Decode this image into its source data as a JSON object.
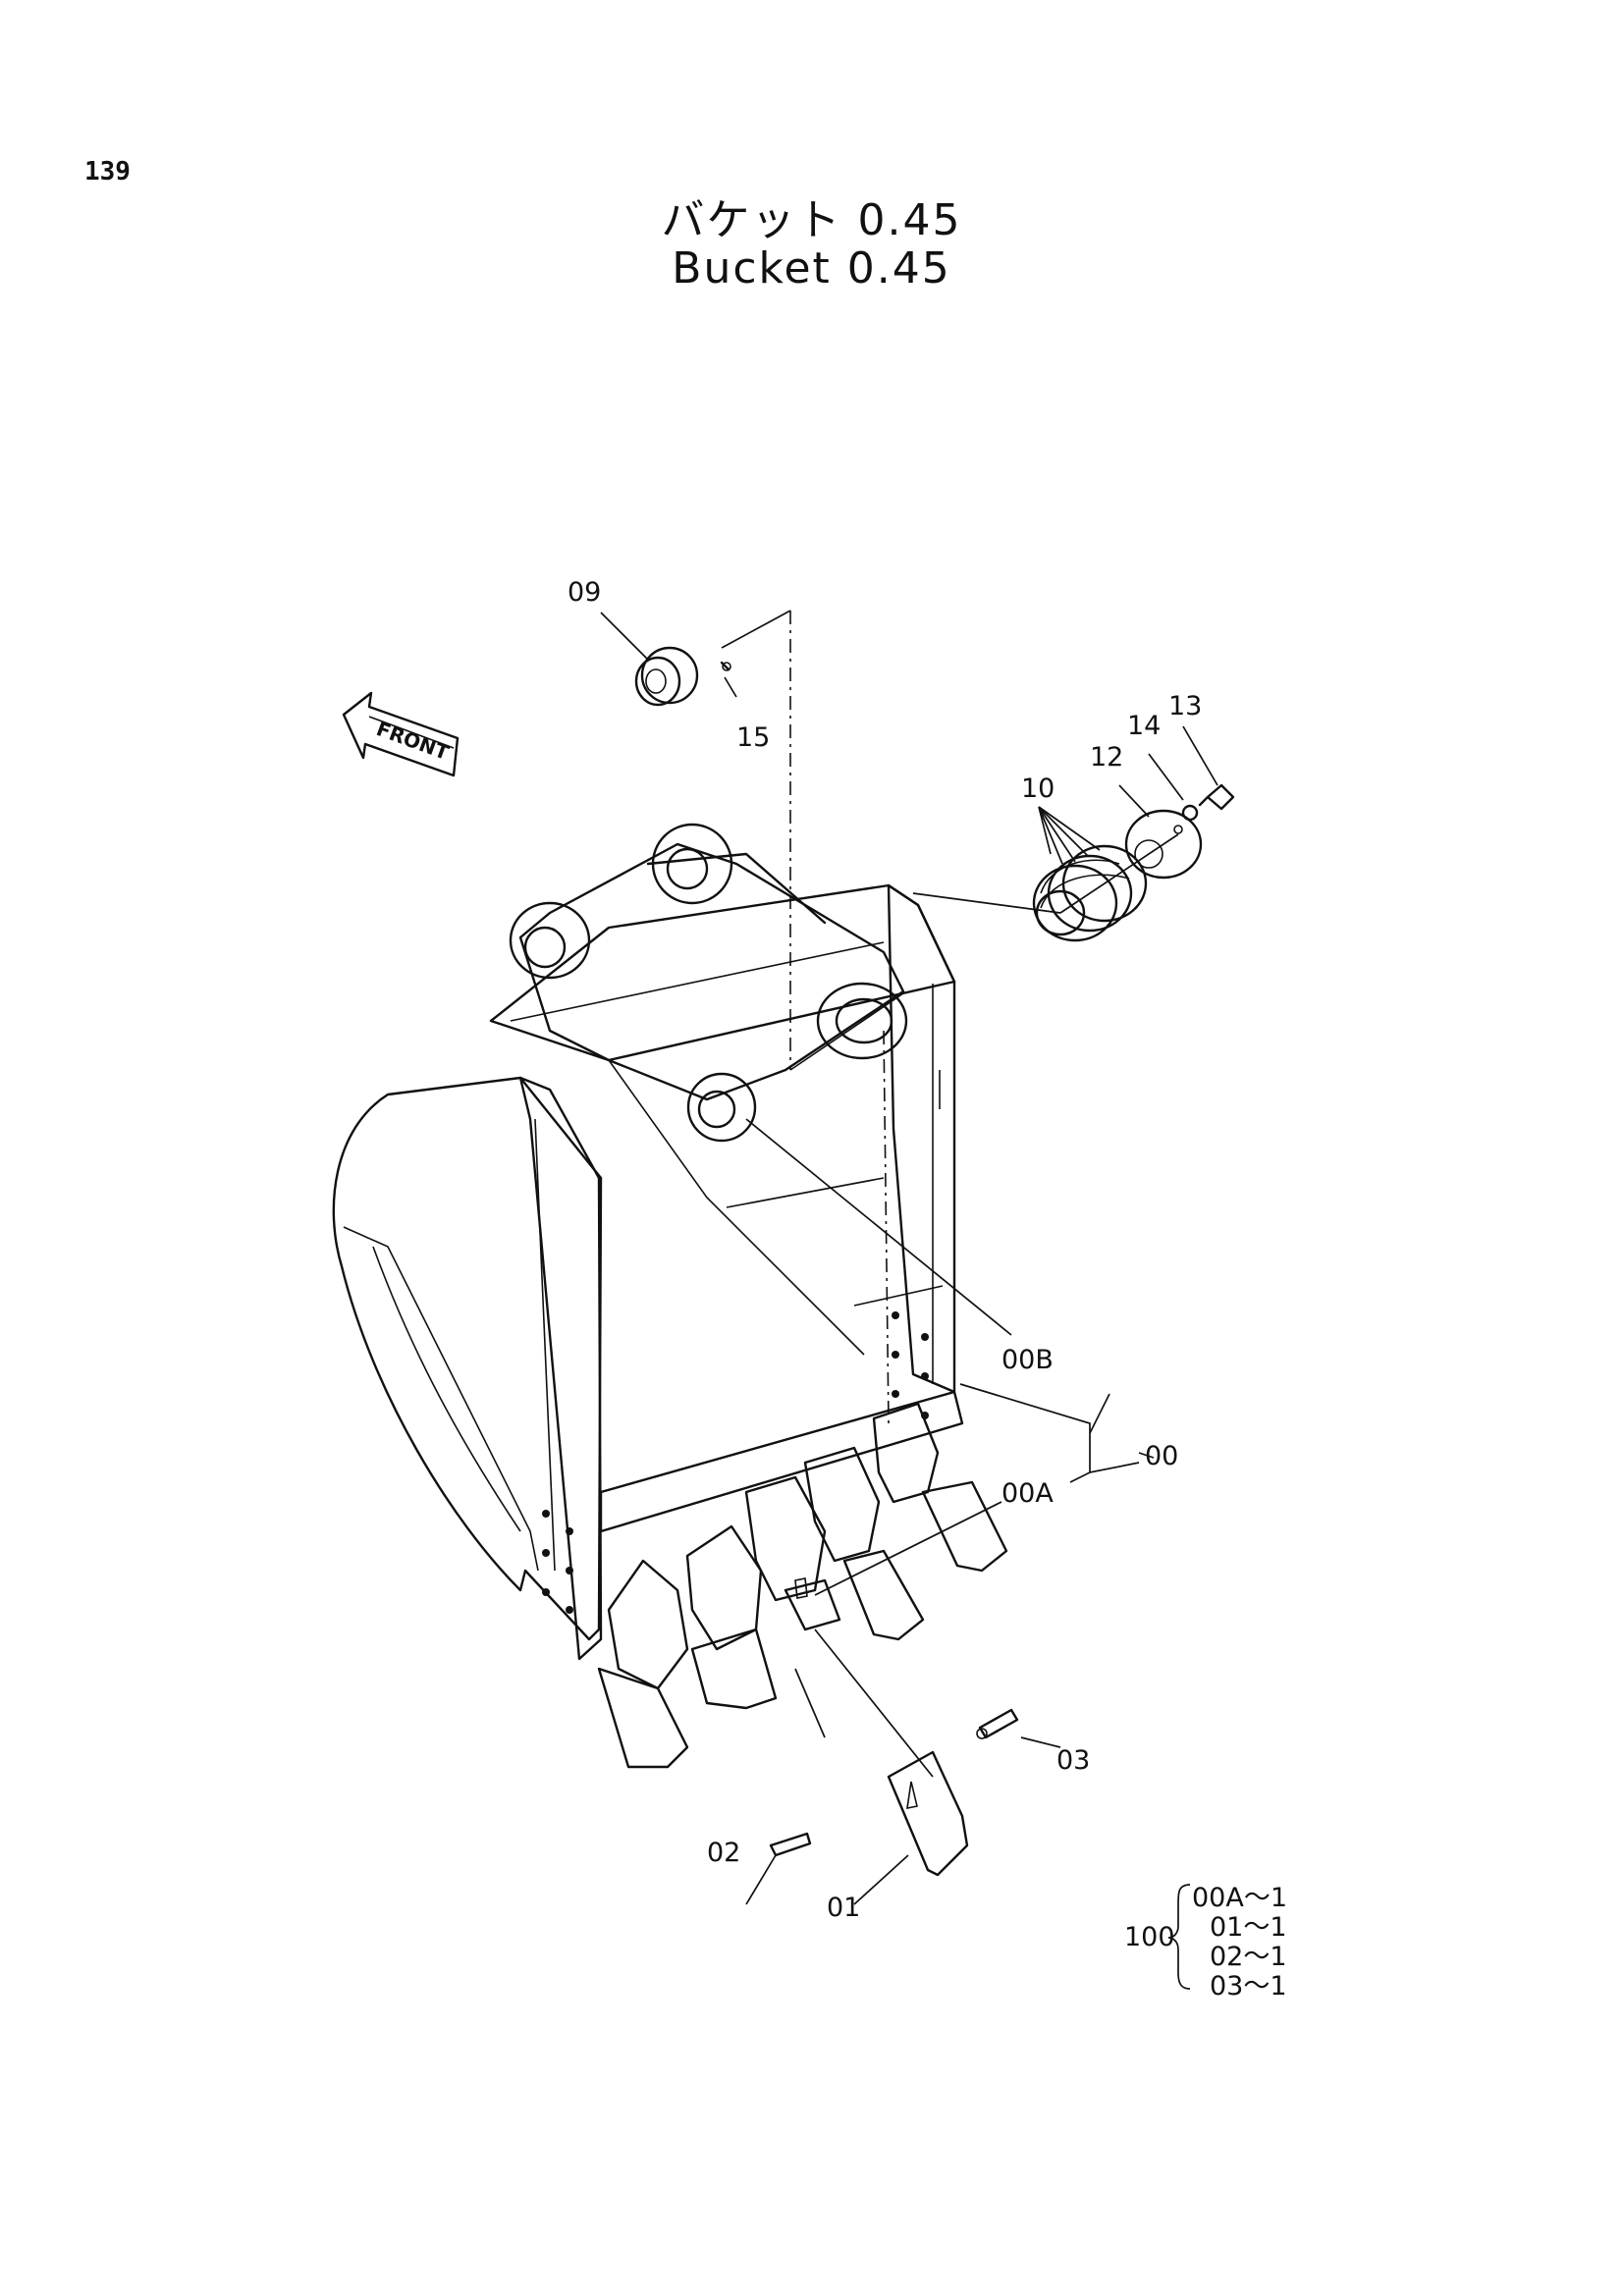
{
  "page_number": "139",
  "title_ja": "バケット 0.45",
  "title_en": "Bucket 0.45",
  "front_marker": "FRONT",
  "callouts": {
    "c09": "09",
    "c15": "15",
    "c10": "10",
    "c12": "12",
    "c14": "14",
    "c13": "13",
    "c00B": "00B",
    "c00": "00",
    "c00A": "00A",
    "c03": "03",
    "c02": "02",
    "c01": "01"
  },
  "kit": {
    "number": "100",
    "items": [
      "00A～1",
      "01～1",
      "02～1",
      "03～1"
    ]
  }
}
